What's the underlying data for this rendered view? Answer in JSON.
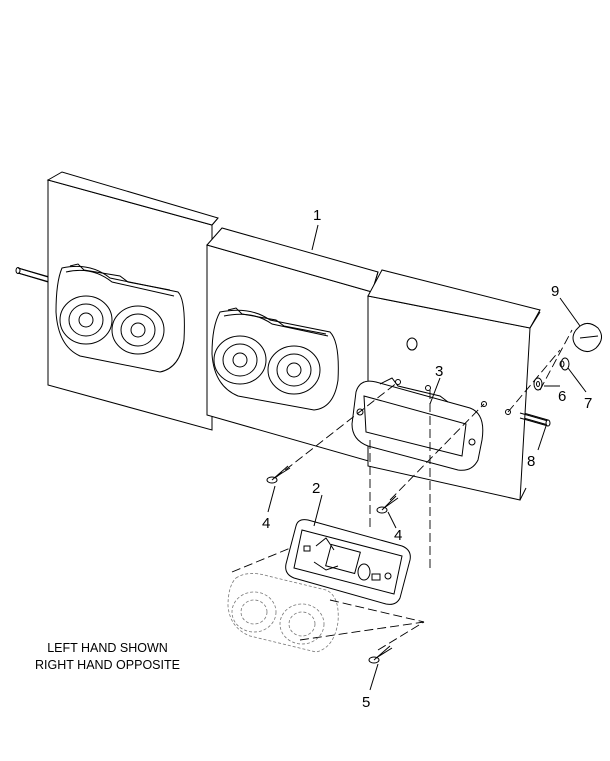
{
  "callouts": {
    "c1": "1",
    "c2": "2",
    "c3": "3",
    "c4a": "4",
    "c4b": "4",
    "c5": "5",
    "c6": "6",
    "c7": "7",
    "c8": "8",
    "c9": "9"
  },
  "note": {
    "line1": "LEFT HAND SHOWN",
    "line2": "RIGHT HAND OPPOSITE"
  }
}
